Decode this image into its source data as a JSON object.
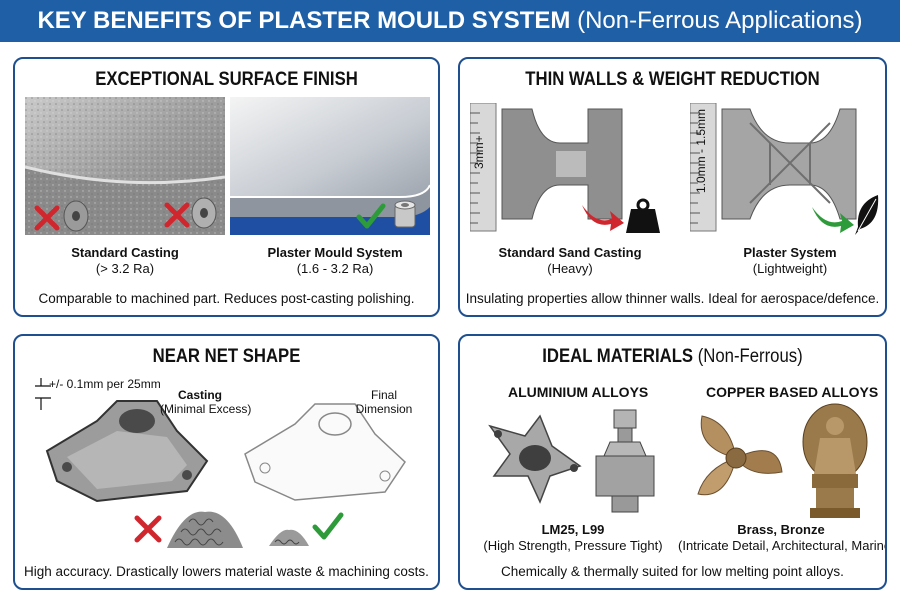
{
  "header": {
    "title_main": "KEY BENEFITS OF PLASTER MOULD SYSTEM",
    "title_sub": "(Non-Ferrous Applications)"
  },
  "panels": {
    "surface": {
      "title": "EXCEPTIONAL SURFACE FINISH",
      "left_name": "Standard Casting",
      "left_value": "(> 3.2 Ra)",
      "right_name": "Plaster Mould System",
      "right_value": "(1.6 - 3.2 Ra)",
      "footer": "Comparable to machined part. Reduces post-casting polishing."
    },
    "walls": {
      "title": "THIN WALLS & WEIGHT REDUCTION",
      "left_dim": "3mm+",
      "right_dim": "1.0mm - 1.5mm",
      "left_name": "Standard Sand Casting",
      "left_value": "(Heavy)",
      "right_name": "Plaster System",
      "right_value": "(Lightweight)",
      "footer": "Insulating properties allow thinner walls. Ideal for aerospace/defence."
    },
    "netshape": {
      "title": "NEAR NET SHAPE",
      "tolerance": "+/- 0.1mm per 25mm",
      "casting_label_1": "Casting",
      "casting_label_2": "(Minimal Excess)",
      "final_label_1": "Final",
      "final_label_2": "Dimension",
      "footer": "High accuracy. Drastically lowers material waste & machining costs."
    },
    "materials": {
      "title_main": "IDEAL MATERIALS",
      "title_sub": "(Non-Ferrous)",
      "alu_heading": "ALUMINIUM ALLOYS",
      "copper_heading": "COPPER BASED ALLOYS",
      "alu_name": "LM25, L99",
      "alu_desc": "(High Strength, Pressure Tight)",
      "copper_name": "Brass, Bronze",
      "copper_desc": "(Intricate Detail, Architectural, Marine)",
      "footer": "Chemically & thermally suited for low melting point alloys."
    }
  },
  "colors": {
    "header_blue": "#1f5fa6",
    "border_blue": "#1e4f8f",
    "cross_red": "#d0262e",
    "check_green": "#2e9b3a"
  }
}
